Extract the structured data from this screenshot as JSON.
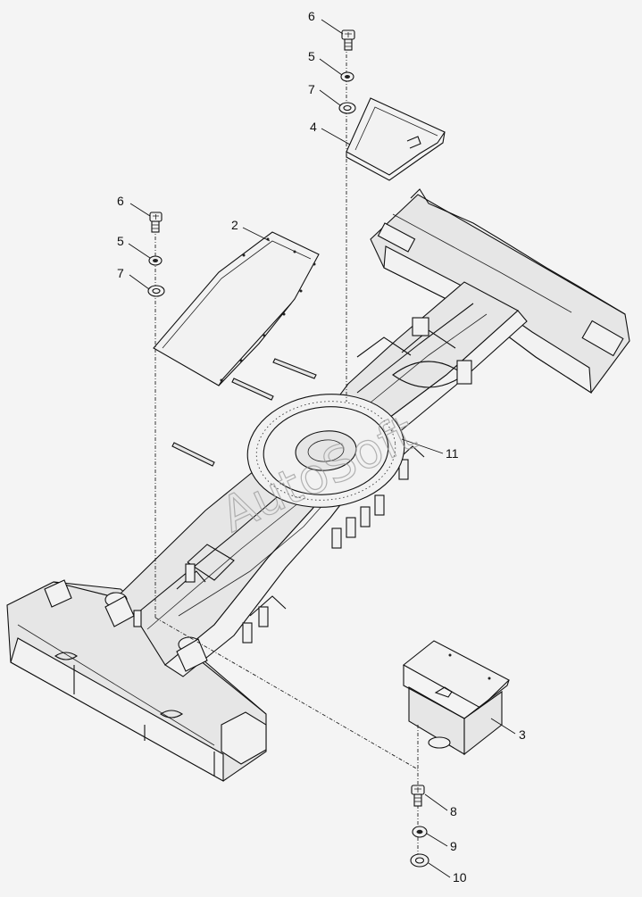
{
  "diagram": {
    "watermark": "AutoSoft",
    "callouts": [
      {
        "key": "c-6a",
        "text": "6"
      },
      {
        "key": "c-5a",
        "text": "5"
      },
      {
        "key": "c-7a",
        "text": "7"
      },
      {
        "key": "c-4",
        "text": "4"
      },
      {
        "key": "c-6b",
        "text": "6"
      },
      {
        "key": "c-2",
        "text": "2"
      },
      {
        "key": "c-5b",
        "text": "5"
      },
      {
        "key": "c-7b",
        "text": "7"
      },
      {
        "key": "c-11",
        "text": "11"
      },
      {
        "key": "c-3",
        "text": "3"
      },
      {
        "key": "c-8",
        "text": "8"
      },
      {
        "key": "c-9",
        "text": "9"
      },
      {
        "key": "c-10",
        "text": "10"
      }
    ]
  }
}
